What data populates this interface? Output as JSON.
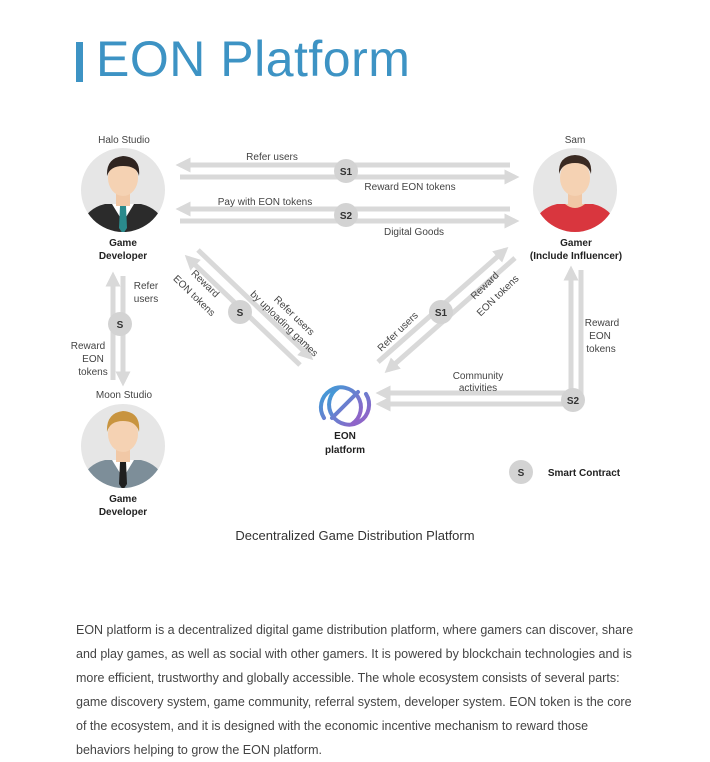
{
  "title": "EON Platform",
  "nodes": {
    "halo": {
      "name": "Halo Studio",
      "role_line1": "Game",
      "role_line2": "Developer"
    },
    "sam": {
      "name": "Sam",
      "role_line1": "Gamer",
      "role_line2": "(Include Influencer)"
    },
    "moon": {
      "name": "Moon Studio",
      "role_line1": "Game",
      "role_line2": "Developer"
    },
    "eon": {
      "line1": "EON",
      "line2": "platform"
    }
  },
  "flows": {
    "refer_users": "Refer users",
    "reward_eon_tokens": "Reward EON tokens",
    "pay_with_eon": "Pay with EON tokens",
    "digital_goods": "Digital Goods",
    "left_refer_l1": "Refer",
    "left_refer_l2": "users",
    "left_reward_l1": "Reward",
    "left_reward_l2": "EON",
    "left_reward_l3": "tokens",
    "diag_reward_l1": "Reward",
    "diag_reward_l2": "EON tokens",
    "diag_refer_l1": "Refer users",
    "diag_refer_l2": "by uploading games",
    "right_diag_refer": "Refer users",
    "right_diag_reward_l1": "Reward",
    "right_diag_reward_l2": "EON tokens",
    "right_reward_l1": "Reward",
    "right_reward_l2": "EON",
    "right_reward_l3": "tokens",
    "community_l1": "Community",
    "community_l2": "activities"
  },
  "badges": {
    "s1": "S1",
    "s2": "S2",
    "s": "S"
  },
  "legend": {
    "badge": "S",
    "label": "Smart Contract"
  },
  "caption": "Decentralized Game Distribution Platform",
  "body": "EON platform is a decentralized digital game distribution platform, where gamers can discover, share and play games, as well as social with other gamers. It is powered by blockchain technologies and is more efficient, trustworthy and globally accessible. The whole ecosystem consists of several parts: game discovery system, game community, referral system, developer system. EON token is the core of the ecosystem, and it is designed with the economic incentive mechanism to reward those behaviors helping to grow the EON platform.",
  "colors": {
    "accent": "#3d93c4",
    "arrow": "#d9d9d9",
    "badge": "#d3d3d3",
    "avatar_bg": "#e6e6e6",
    "sam_shirt": "#d9363e"
  }
}
